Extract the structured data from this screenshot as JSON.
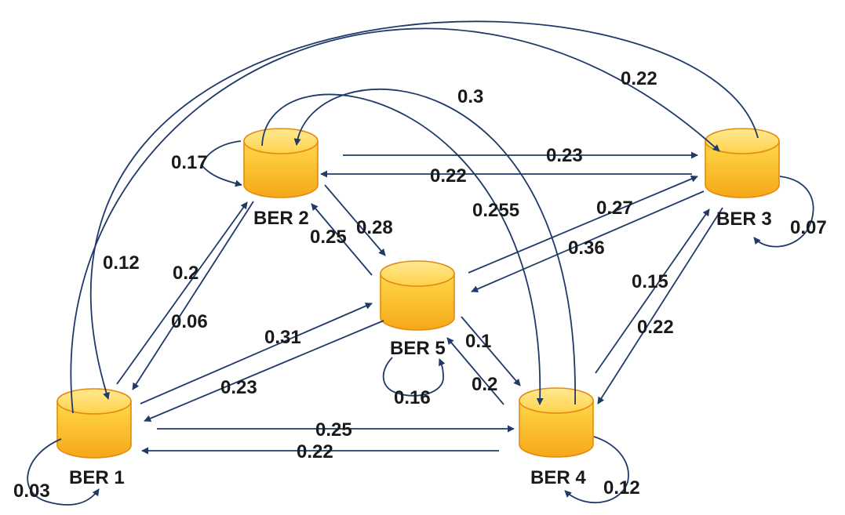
{
  "nodes": [
    {
      "id": "ber1",
      "label": "BER 1"
    },
    {
      "id": "ber2",
      "label": "BER 2"
    },
    {
      "id": "ber3",
      "label": "BER 3"
    },
    {
      "id": "ber4",
      "label": "BER 4"
    },
    {
      "id": "ber5",
      "label": "BER 5"
    }
  ],
  "edges": [
    {
      "id": "e1to2",
      "from": "BER 1",
      "to": "BER 2",
      "label": "0.2"
    },
    {
      "id": "e2to1",
      "from": "BER 2",
      "to": "BER 1",
      "label": "0.06"
    },
    {
      "id": "e3to1",
      "from": "BER 3",
      "to": "BER 1",
      "label": "0.12"
    },
    {
      "id": "e1to3",
      "from": "BER 1",
      "to": "BER 3",
      "label": "0.22"
    },
    {
      "id": "e2to3",
      "from": "BER 2",
      "to": "BER 3",
      "label": "0.23"
    },
    {
      "id": "e3to2",
      "from": "BER 3",
      "to": "BER 2",
      "label": "0.22"
    },
    {
      "id": "e2to5",
      "from": "BER 2",
      "to": "BER 5",
      "label": "0.28"
    },
    {
      "id": "e5to2",
      "from": "BER 5",
      "to": "BER 2",
      "label": "0.25"
    },
    {
      "id": "e2to4",
      "from": "BER 2",
      "to": "BER 4",
      "label": "0.255"
    },
    {
      "id": "e4to2",
      "from": "BER 4",
      "to": "BER 2",
      "label": "0.3"
    },
    {
      "id": "e5to3",
      "from": "BER 5",
      "to": "BER 3",
      "label": "0.27"
    },
    {
      "id": "e3to5",
      "from": "BER 3",
      "to": "BER 5",
      "label": "0.36"
    },
    {
      "id": "e1to5",
      "from": "BER 1",
      "to": "BER 5",
      "label": "0.31"
    },
    {
      "id": "e5to1",
      "from": "BER 5",
      "to": "BER 1",
      "label": "0.23"
    },
    {
      "id": "e5to4",
      "from": "BER 5",
      "to": "BER 4",
      "label": "0.1"
    },
    {
      "id": "e4to5",
      "from": "BER 4",
      "to": "BER 5",
      "label": "0.2"
    },
    {
      "id": "e4to3",
      "from": "BER 4",
      "to": "BER 3",
      "label": "0.15"
    },
    {
      "id": "e3to4",
      "from": "BER 3",
      "to": "BER 4",
      "label": "0.22"
    },
    {
      "id": "e1to4",
      "from": "BER 1",
      "to": "BER 4",
      "label": "0.25"
    },
    {
      "id": "e4to1",
      "from": "BER 4",
      "to": "BER 1",
      "label": "0.22"
    },
    {
      "id": "self1",
      "from": "BER 1",
      "to": "BER 1",
      "label": "0.03"
    },
    {
      "id": "self2",
      "from": "BER 2",
      "to": "BER 2",
      "label": "0.17"
    },
    {
      "id": "self3",
      "from": "BER 3",
      "to": "BER 3",
      "label": "0.07"
    },
    {
      "id": "self4",
      "from": "BER 4",
      "to": "BER 4",
      "label": "0.12"
    },
    {
      "id": "self5",
      "from": "BER 5",
      "to": "BER 5",
      "label": "0.16"
    }
  ],
  "colors": {
    "node_fill_light": "#ffe680",
    "node_fill_dark": "#f5b820",
    "node_outline": "#e58a12",
    "edge": "#1f3a68",
    "text": "#1a1a1a"
  }
}
